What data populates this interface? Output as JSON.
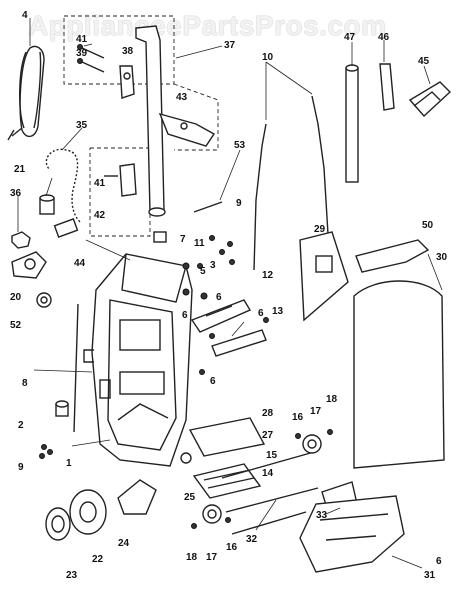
{
  "watermark": "ApplianceePartsPros.com",
  "labels": [
    {
      "id": "p4",
      "text": "4"
    },
    {
      "id": "p41a",
      "text": "41"
    },
    {
      "id": "p39",
      "text": "39"
    },
    {
      "id": "p38",
      "text": "38"
    },
    {
      "id": "p37",
      "text": "37"
    },
    {
      "id": "p10",
      "text": "10"
    },
    {
      "id": "p47",
      "text": "47"
    },
    {
      "id": "p46",
      "text": "46"
    },
    {
      "id": "p45",
      "text": "45"
    },
    {
      "id": "p43",
      "text": "43"
    },
    {
      "id": "p35",
      "text": "35"
    },
    {
      "id": "p53",
      "text": "53"
    },
    {
      "id": "p21",
      "text": "21"
    },
    {
      "id": "p41b",
      "text": "41"
    },
    {
      "id": "p36",
      "text": "36"
    },
    {
      "id": "p42",
      "text": "42"
    },
    {
      "id": "p9a",
      "text": "9"
    },
    {
      "id": "p7",
      "text": "7"
    },
    {
      "id": "p11",
      "text": "11"
    },
    {
      "id": "p3",
      "text": "3"
    },
    {
      "id": "p29",
      "text": "29"
    },
    {
      "id": "p50",
      "text": "50"
    },
    {
      "id": "p44",
      "text": "44"
    },
    {
      "id": "p5",
      "text": "5"
    },
    {
      "id": "p30",
      "text": "30"
    },
    {
      "id": "p12",
      "text": "12"
    },
    {
      "id": "p6a",
      "text": "6"
    },
    {
      "id": "p20",
      "text": "20"
    },
    {
      "id": "p6b",
      "text": "6"
    },
    {
      "id": "p6c",
      "text": "6"
    },
    {
      "id": "p13",
      "text": "13"
    },
    {
      "id": "p52",
      "text": "52"
    },
    {
      "id": "p6d",
      "text": "6"
    },
    {
      "id": "p8",
      "text": "8"
    },
    {
      "id": "p28",
      "text": "28"
    },
    {
      "id": "p16a",
      "text": "16"
    },
    {
      "id": "p17a",
      "text": "17"
    },
    {
      "id": "p18a",
      "text": "18"
    },
    {
      "id": "p2",
      "text": "2"
    },
    {
      "id": "p27",
      "text": "27"
    },
    {
      "id": "p9b",
      "text": "9"
    },
    {
      "id": "p1",
      "text": "1"
    },
    {
      "id": "p15",
      "text": "15"
    },
    {
      "id": "p14",
      "text": "14"
    },
    {
      "id": "p25",
      "text": "25"
    },
    {
      "id": "p33",
      "text": "33"
    },
    {
      "id": "p24",
      "text": "24"
    },
    {
      "id": "p32",
      "text": "32"
    },
    {
      "id": "p18b",
      "text": "18"
    },
    {
      "id": "p17b",
      "text": "17"
    },
    {
      "id": "p16b",
      "text": "16"
    },
    {
      "id": "p22",
      "text": "22"
    },
    {
      "id": "p23",
      "text": "23"
    },
    {
      "id": "p6e",
      "text": "6"
    },
    {
      "id": "p31",
      "text": "31"
    }
  ]
}
